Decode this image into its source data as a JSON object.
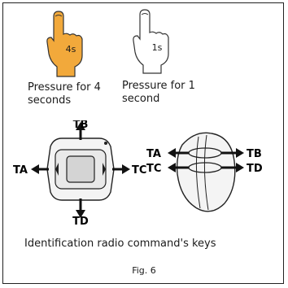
{
  "hand_left": {
    "time_label": "4s",
    "caption_line1": "Pressure for 4",
    "caption_line2": "seconds",
    "fill_color": "#f2a93b"
  },
  "hand_right": {
    "time_label": "1s",
    "caption_line1": "Pressure for 1",
    "caption_line2": "second",
    "fill_color": "#ffffff"
  },
  "remote_left": {
    "key_top": "TB",
    "key_left": "TA",
    "key_right": "TC",
    "key_bottom": "TD"
  },
  "remote_right": {
    "key_top_left": "TA",
    "key_top_right": "TB",
    "key_bottom_left": "TC",
    "key_bottom_right": "TD"
  },
  "footer": {
    "title": "Identification radio command's keys",
    "figure_label": "Fig. 6"
  }
}
